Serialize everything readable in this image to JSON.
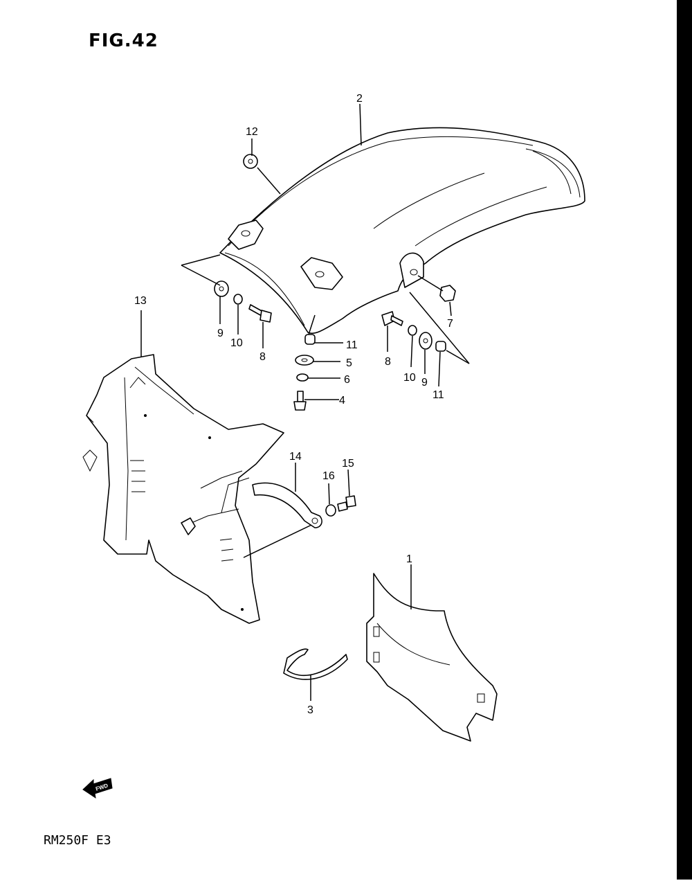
{
  "figure_title": "FIG.42",
  "model_code": "RM250F  E3",
  "fwd_label": "FWD",
  "callouts": [
    {
      "id": "c1",
      "label": "1"
    },
    {
      "id": "c2",
      "label": "2"
    },
    {
      "id": "c3",
      "label": "3"
    },
    {
      "id": "c4",
      "label": "4"
    },
    {
      "id": "c5",
      "label": "5"
    },
    {
      "id": "c6",
      "label": "6"
    },
    {
      "id": "c7",
      "label": "7"
    },
    {
      "id": "c8a",
      "label": "8"
    },
    {
      "id": "c8b",
      "label": "8"
    },
    {
      "id": "c9a",
      "label": "9"
    },
    {
      "id": "c9b",
      "label": "9"
    },
    {
      "id": "c10a",
      "label": "10"
    },
    {
      "id": "c10b",
      "label": "10"
    },
    {
      "id": "c11a",
      "label": "11"
    },
    {
      "id": "c11b",
      "label": "11"
    },
    {
      "id": "c12",
      "label": "12"
    },
    {
      "id": "c13",
      "label": "13"
    },
    {
      "id": "c14",
      "label": "14"
    },
    {
      "id": "c15",
      "label": "15"
    },
    {
      "id": "c16",
      "label": "16"
    }
  ]
}
